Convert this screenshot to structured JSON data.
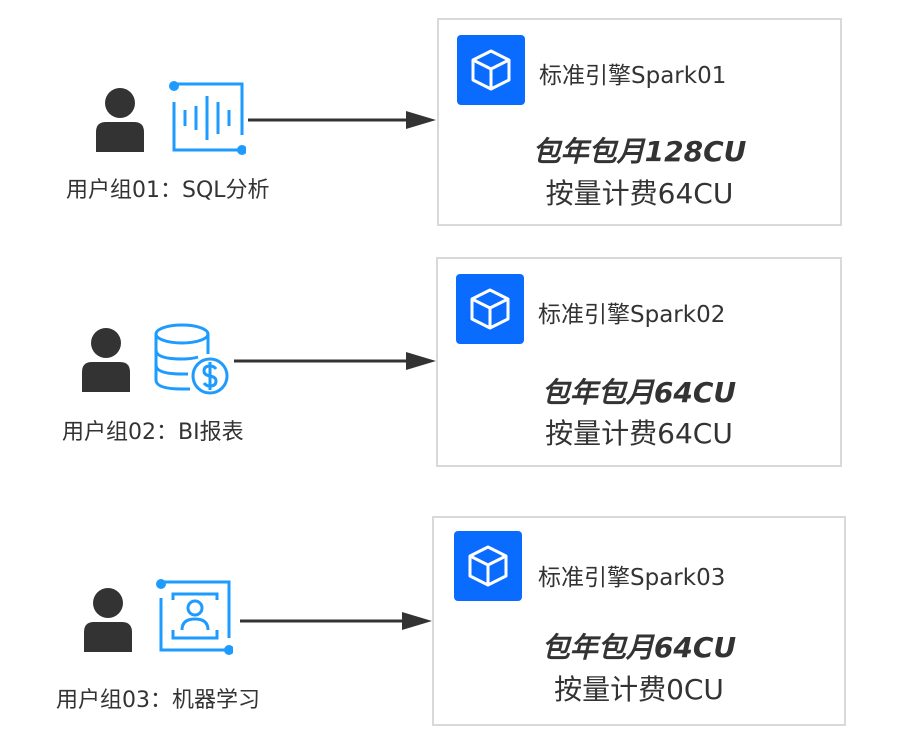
{
  "colors": {
    "accent_blue": "#0a6cff",
    "icon_blue": "#1e9bff",
    "text": "#333333",
    "border": "#d9d9d9"
  },
  "groups": [
    {
      "label": "用户组01：SQL分析",
      "icon": "sound-wave-frame-icon",
      "engine": {
        "name": "标准引擎Spark01",
        "subscription": "包年包月128CU",
        "pay_as_you_go": "按量计费64CU"
      }
    },
    {
      "label": "用户组02：BI报表",
      "icon": "database-dollar-icon",
      "engine": {
        "name": "标准引擎Spark02",
        "subscription": "包年包月64CU",
        "pay_as_you_go": "按量计费64CU"
      }
    },
    {
      "label": "用户组03：机器学习",
      "icon": "user-portrait-frame-icon",
      "engine": {
        "name": "标准引擎Spark03",
        "subscription": "包年包月64CU",
        "pay_as_you_go": "按量计费0CU"
      }
    }
  ]
}
